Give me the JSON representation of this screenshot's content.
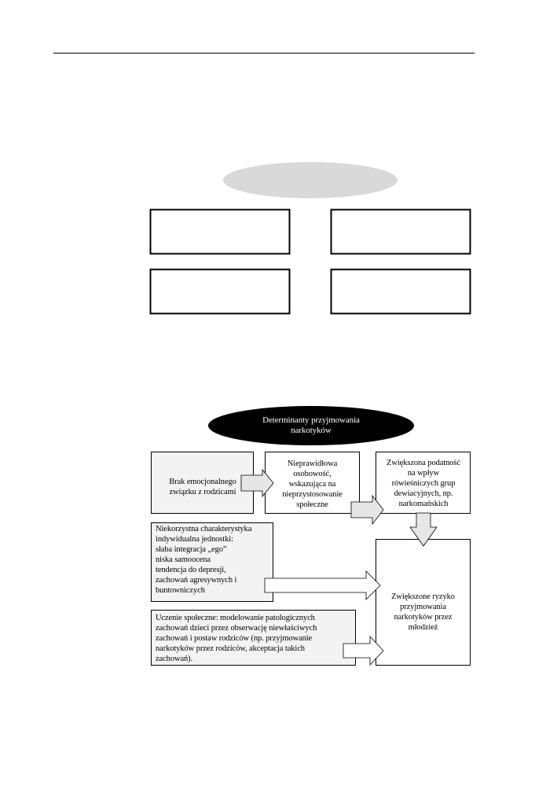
{
  "diagram": {
    "title": "Determinanty przyjmowania\nnarkotyków",
    "boxes": {
      "parents": "Brak emocjonalnego\nzwiązku z rodzicami",
      "personality": "Nieprawidłowa\nosobowość,\nwskazująca na\nnieprzystosowanie\nspołeczne",
      "peers": "Zwiększona podatność\nna wpływ\nrówieśniczych grup\ndewiacyjnych, np.\nnarkomańskich",
      "individual": "Niekorzystna charakterystyka\nindywidualna jednostki:\nsłaba integracja „ego”\nniska samoocena\ntendencja do depresji,\nzachowań agresywnych  i\nbuntowniczych",
      "risk": "Zwiększone ryzyko\nprzyjmowania\nnarkotyków przez\nmłodzież",
      "learning": "Uczenie społeczne: modelowanie patologicznych\nzachowań dzieci przez obserwację niewłaściwych\nzachowań i postaw rodziców (np. przyjmowanie\nnarkotyków przez rodziców, akceptacja takich\nzachowań)."
    }
  }
}
